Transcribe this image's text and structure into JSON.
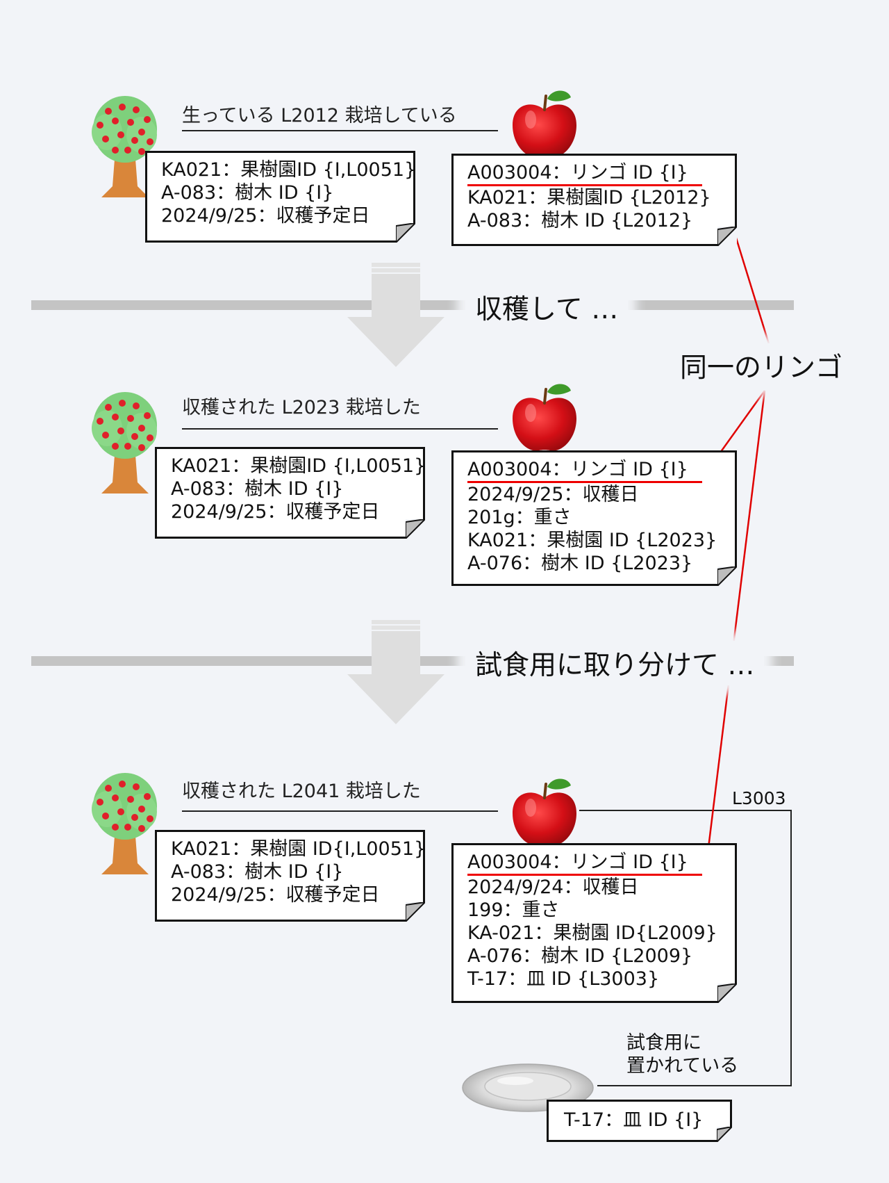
{
  "stages": [
    {
      "title": "生っている  L2012  栽培している",
      "tree_card": [
        "KA021：果樹園ID  {I,L0051}",
        "A-083：樹木 ID {I}",
        "2024/9/25：収穫予定日"
      ],
      "apple_card": [
        "A003004：リンゴ ID {I}",
        "KA021：果樹園ID {L2012}",
        "A-083：樹木 ID {L2012}"
      ]
    },
    {
      "title": "収穫された L2023  栽培した",
      "tree_card": [
        "KA021：果樹園ID {I,L0051}",
        "A-083：樹木 ID {I}",
        "2024/9/25：収穫予定日"
      ],
      "apple_card": [
        "A003004：リンゴ ID {I}",
        "2024/9/25：収穫日",
        "201g：重さ",
        "KA021：果樹園 ID {L2023}",
        "A-076：樹木 ID {L2023}"
      ]
    },
    {
      "title": "収穫された L2041 栽培した",
      "tree_card": [
        "KA021：果樹園 ID{I,L0051}",
        "A-083：樹木 ID {I}",
        "2024/9/25：収穫予定日"
      ],
      "apple_card": [
        "A003004：リンゴ ID {I}",
        "2024/9/24：収穫日",
        "199：重さ",
        "KA-021：果樹園 ID{L2009}",
        "A-076：樹木 ID {L2009}",
        "T-17：皿 ID {L3003}"
      ]
    }
  ],
  "transitions": [
    "収穫して …",
    "試食用に取り分けて …"
  ],
  "same_apple_label": "同一のリンゴ",
  "plate": {
    "relation_label": "L3003",
    "caption": [
      "試食用に",
      "置かれている"
    ],
    "card": "T-17：皿 ID {I}"
  },
  "colors": {
    "highlight": "#e00000",
    "background": "#f2f4f8",
    "divider": "#c4c4c4",
    "arrow": "#dedede"
  }
}
